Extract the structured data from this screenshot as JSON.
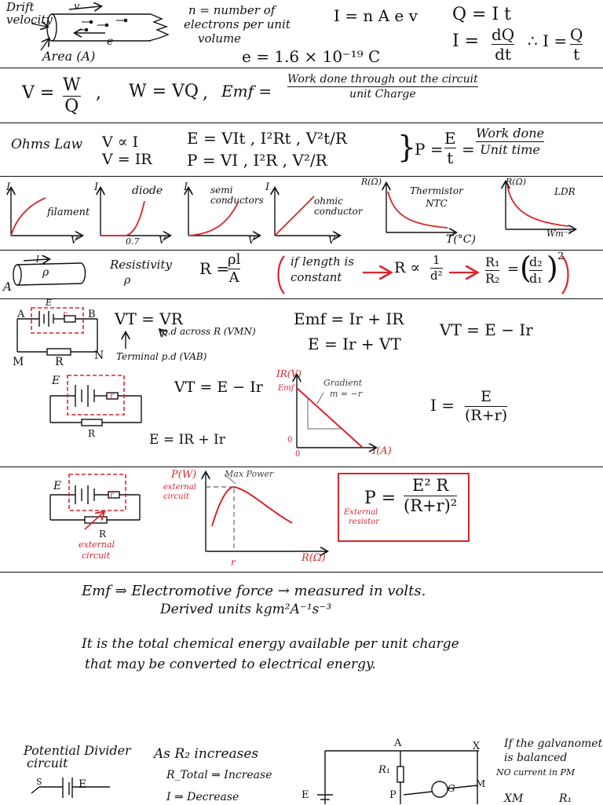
{
  "s1": {
    "drift": "Drift",
    "velocity": "velocity",
    "v_arrow": "v",
    "e_label": "e",
    "area": "Area (A)",
    "n_def_1": "n = number of",
    "n_def_2": "electrons per unit",
    "n_def_3": "volume",
    "current_eq": "I = n A e v",
    "charge_eq": "e = 1.6 × 10⁻¹⁹ C",
    "q_eq": "Q = I t",
    "i_lhs": "I =",
    "i_num": "dQ",
    "i_den": "dt",
    "therefore": "∴ I =",
    "i2_num": "Q",
    "i2_den": "t"
  },
  "s2": {
    "v_lhs": "V =",
    "v_num": "W",
    "v_den": "Q",
    "comma1": ",",
    "w_eq": "W = VQ",
    "comma2": ",",
    "emf_lhs": "Emf =",
    "emf_num": "Work done through out the circuit",
    "emf_den": "unit Charge"
  },
  "s3": {
    "ohms": "Ohms Law",
    "prop": "V ∝ I",
    "vir": "V = IR",
    "e_row": "E = VIt , I²Rt , V²t/R",
    "p_row": "P = VI , I²R , V²/R",
    "brace": "}",
    "p_lhs": "P =",
    "p_num": "E",
    "p_den": "t",
    "eq": "=",
    "wd_num": "Work done",
    "wd_den": "Unit time"
  },
  "s4": {
    "graphs": [
      {
        "y": "I",
        "x": "V",
        "label": "filament"
      },
      {
        "y": "I",
        "x": "V",
        "label": "diode",
        "tick": "0.7"
      },
      {
        "y": "I",
        "x": "V",
        "label": "semi conductors"
      },
      {
        "y": "I",
        "x": "V",
        "label": "ohmic conductor"
      },
      {
        "y": "R(Ω)",
        "x": "T(°C)",
        "label": "Thermistor NTC"
      },
      {
        "y": "R(Ω)",
        "x": "Wm⁻²",
        "label": "LDR"
      }
    ]
  },
  "s5": {
    "l_label": "l",
    "rho_label": "ρ",
    "a_label": "A",
    "resistivity": "Resistivity",
    "rho": "ρ",
    "r_lhs": "R =",
    "r_num": "ρl",
    "r_den": "A",
    "cond_1": "if length is",
    "cond_2": "constant",
    "r_prop": "R ∝",
    "one": "1",
    "d2": "d²",
    "r_ratio_num": "R₁",
    "r_ratio_den": "R₂",
    "eq": "=",
    "d_ratio_num": "d₂",
    "d_ratio_den": "d₁",
    "sq": "2"
  },
  "s6": {
    "E": "E",
    "A": "A",
    "B": "B",
    "M": "M",
    "N": "N",
    "R": "R",
    "r": "r",
    "vt_vr": "VT = VR",
    "pd_across": "p.d across R (VMN)",
    "terminal": "Terminal p.d (VAB)",
    "emf_eq": "Emf = Ir + IR",
    "e_eq": "E = Ir + VT",
    "vt_eq": "VT = E − Ir"
  },
  "s7": {
    "E": "E",
    "R": "R",
    "r": "r",
    "vt_eq": "VT = E − Ir",
    "e_eq": "E = IR + Ir",
    "y_axis": "IR(V)",
    "emf": "Emf",
    "gradient_1": "Gradient",
    "gradient_2": "m = −r",
    "zero_y": "0",
    "zero_x": "0",
    "x_axis": "I(A)",
    "i_lhs": "I =",
    "i_num": "E",
    "i_den": "(R+r)"
  },
  "s8": {
    "E": "E",
    "r": "r",
    "R": "R",
    "external_1": "external",
    "external_2": "circuit",
    "p_axis": "P(W)",
    "max_power": "Max Power",
    "ext_circuit_1": "external",
    "ext_circuit_2": "circuit",
    "r_tick": "r",
    "r_axis": "R(Ω)",
    "p_lhs": "P =",
    "p_num": "E² R",
    "p_den": "(R+r)²",
    "ext_res_1": "External",
    "ext_res_2": "resistor"
  },
  "s9": {
    "line1": "Emf  ⇒  Electromotive force → measured in volts.",
    "line2": "Derived units  kgm²A⁻¹s⁻³",
    "line3": "It is the total chemical energy available per unit charge",
    "line4": "that may be converted to electrical energy."
  },
  "s10": {
    "title_1": "Potential Divider",
    "title_2": "circuit",
    "s_label": "S",
    "e_label": "E",
    "as_r2": "As R₂ increases",
    "r_total": "R_Total ⇒ Increase",
    "i_dec": "I ⇒ Decrease",
    "A": "A",
    "X": "X",
    "R1": "R₁",
    "G": "G",
    "M": "M",
    "E": "E",
    "P": "P",
    "if_1": "If the galvanometer",
    "if_2": "is balanced",
    "if_3": "NO current in PM",
    "xm": "XM",
    "r1b": "R₁"
  }
}
